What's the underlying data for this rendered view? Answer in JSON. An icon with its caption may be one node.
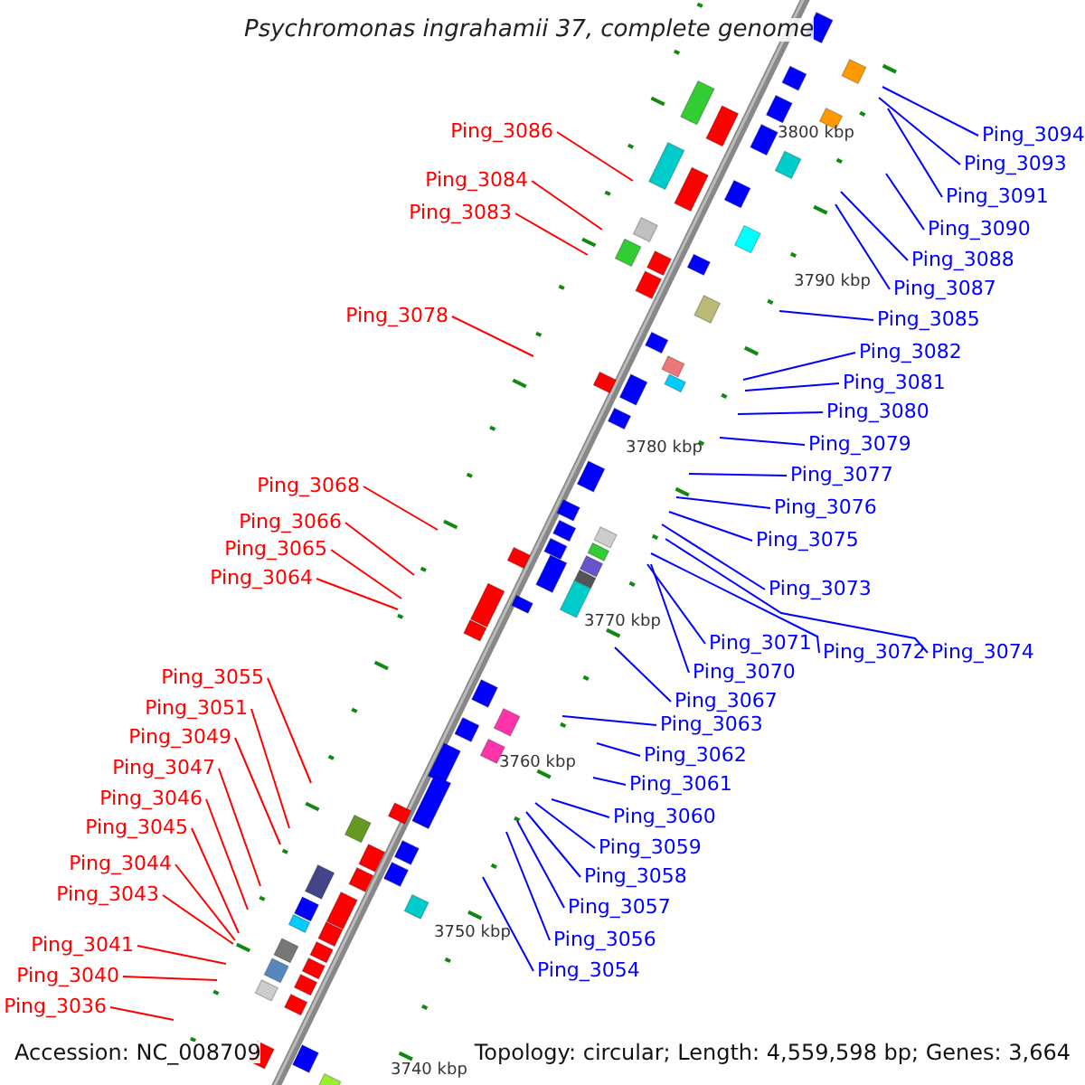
{
  "diagram": {
    "title": "Psychromonas ingrahamii 37, complete genome",
    "nodes": [
      {
        "text": [
          "Ping_3086"
        ]
      },
      {
        "text": [
          "Ping_3084"
        ]
      },
      {
        "text": [
          "Ping_3083"
        ]
      },
      {
        "text": [
          "Ping_3078"
        ]
      },
      {
        "text": [
          "Ping_3068"
        ]
      },
      {
        "text": [
          "Ping_3066"
        ]
      },
      {
        "text": [
          "Ping_3065"
        ]
      },
      {
        "text": [
          "Ping_3064"
        ]
      },
      {
        "text": [
          "Ping_3055"
        ]
      },
      {
        "text": [
          "Ping_3051"
        ]
      },
      {
        "text": [
          "Ping_3049"
        ]
      },
      {
        "text": [
          "Ping_3047"
        ]
      },
      {
        "text": [
          "Ping_3046"
        ]
      },
      {
        "text": [
          "Ping_3045"
        ]
      },
      {
        "text": [
          "Ping_3044"
        ]
      },
      {
        "text": [
          "Ping_3043"
        ]
      },
      {
        "text": [
          "Ping_3041"
        ]
      },
      {
        "text": [
          "Ping_3040"
        ]
      },
      {
        "text": [
          "Ping_3036"
        ]
      },
      {
        "text": [
          "Ping_3094"
        ]
      },
      {
        "text": [
          "Ping_3093"
        ]
      },
      {
        "text": [
          "Ping_3091"
        ]
      },
      {
        "text": [
          "Ping_3090"
        ]
      },
      {
        "text": [
          "Ping_3088"
        ]
      },
      {
        "text": [
          "Ping_3087"
        ]
      },
      {
        "text": [
          "Ping_3085"
        ]
      },
      {
        "text": [
          "Ping_3082"
        ]
      },
      {
        "text": [
          "Ping_3081"
        ]
      },
      {
        "text": [
          "Ping_3080"
        ]
      },
      {
        "text": [
          "Ping_3079"
        ]
      },
      {
        "text": [
          "Ping_3077"
        ]
      },
      {
        "text": [
          "Ping_3076"
        ]
      },
      {
        "text": [
          "Ping_3075"
        ]
      },
      {
        "text": [
          "Ping_3073"
        ]
      },
      {
        "text": [
          "Ping_3074"
        ]
      },
      {
        "text": [
          "Ping_3072"
        ]
      },
      {
        "text": [
          "Ping_3071"
        ]
      },
      {
        "text": [
          "Ping_3070"
        ]
      },
      {
        "text": [
          "Ping_3067"
        ]
      },
      {
        "text": [
          "Ping_3063"
        ]
      },
      {
        "text": [
          "Ping_3062"
        ]
      },
      {
        "text": [
          "Ping_3061"
        ]
      },
      {
        "text": [
          "Ping_3060"
        ]
      },
      {
        "text": [
          "Ping_3059"
        ]
      },
      {
        "text": [
          "Ping_3058"
        ]
      },
      {
        "text": [
          "Ping_3057"
        ]
      },
      {
        "text": [
          "Ping_3056"
        ]
      },
      {
        "text": [
          "Ping_3054"
        ]
      }
    ],
    "edges": [
      {
        "from": 0,
        "to": null,
        "arrow": "none",
        "color": "#ff0000"
      },
      {
        "from": 1,
        "to": null,
        "arrow": "none",
        "color": "#ff0000"
      },
      {
        "from": 2,
        "to": null,
        "arrow": "none",
        "color": "#ff0000"
      },
      {
        "from": 3,
        "to": null,
        "arrow": "none",
        "color": "#ff0000"
      },
      {
        "from": 4,
        "to": null,
        "arrow": "none",
        "color": "#ff0000"
      },
      {
        "from": 5,
        "to": null,
        "arrow": "none",
        "color": "#ff0000"
      },
      {
        "from": 6,
        "to": null,
        "arrow": "none",
        "color": "#ff0000"
      },
      {
        "from": 7,
        "to": null,
        "arrow": "none",
        "color": "#ff0000"
      },
      {
        "from": 8,
        "to": null,
        "arrow": "none",
        "color": "#ff0000"
      },
      {
        "from": 9,
        "to": null,
        "arrow": "none",
        "color": "#ff0000"
      },
      {
        "from": 10,
        "to": null,
        "arrow": "none",
        "color": "#ff0000"
      },
      {
        "from": 11,
        "to": null,
        "arrow": "none",
        "color": "#ff0000"
      },
      {
        "from": 12,
        "to": null,
        "arrow": "none",
        "color": "#ff0000"
      },
      {
        "from": 13,
        "to": null,
        "arrow": "none",
        "color": "#ff0000"
      },
      {
        "from": 14,
        "to": null,
        "arrow": "none",
        "color": "#ff0000"
      },
      {
        "from": 15,
        "to": null,
        "arrow": "none",
        "color": "#ff0000"
      },
      {
        "from": 16,
        "to": null,
        "arrow": "none",
        "color": "#ff0000"
      },
      {
        "from": 17,
        "to": null,
        "arrow": "none",
        "color": "#ff0000"
      },
      {
        "from": 18,
        "to": null,
        "arrow": "none",
        "color": "#ff0000"
      },
      {
        "from": 19,
        "to": null,
        "arrow": "none"
      },
      {
        "from": 20,
        "to": null,
        "arrow": "none"
      },
      {
        "from": 21,
        "to": null,
        "arrow": "none"
      },
      {
        "from": 22,
        "to": null,
        "arrow": "none"
      },
      {
        "from": 23,
        "to": null,
        "arrow": "none"
      },
      {
        "from": 24,
        "to": null,
        "arrow": "none"
      },
      {
        "from": 25,
        "to": null,
        "arrow": "none"
      },
      {
        "from": 26,
        "to": null,
        "arrow": "none"
      },
      {
        "from": 27,
        "to": null,
        "arrow": "none"
      },
      {
        "from": 28,
        "to": null,
        "arrow": "none"
      },
      {
        "from": 29,
        "to": null,
        "arrow": "none"
      },
      {
        "from": 30,
        "to": null,
        "arrow": "none"
      },
      {
        "from": 31,
        "to": null,
        "arrow": "none"
      },
      {
        "from": 32,
        "to": null,
        "arrow": "none"
      },
      {
        "from": 33,
        "to": null,
        "arrow": "none"
      },
      {
        "from": 34,
        "to": null,
        "arrow": "none"
      },
      {
        "from": 35,
        "to": null,
        "arrow": "none"
      },
      {
        "from": 36,
        "to": null,
        "arrow": "none"
      },
      {
        "from": 37,
        "to": null,
        "arrow": "none"
      },
      {
        "from": 38,
        "to": null,
        "arrow": "none"
      },
      {
        "from": 39,
        "to": null,
        "arrow": "none"
      },
      {
        "from": 40,
        "to": null,
        "arrow": "none"
      },
      {
        "from": 41,
        "to": null,
        "arrow": "none"
      },
      {
        "from": 42,
        "to": null,
        "arrow": "none"
      },
      {
        "from": 43,
        "to": null,
        "arrow": "none"
      },
      {
        "from": 44,
        "to": null,
        "arrow": "none"
      },
      {
        "from": 45,
        "to": null,
        "arrow": "none"
      },
      {
        "from": 46,
        "to": null,
        "arrow": "none"
      },
      {
        "from": 47,
        "to": null,
        "arrow": "none"
      }
    ],
    "labels": [
      "3800 kbp",
      "3790 kbp",
      "3780 kbp",
      "3770 kbp",
      "3760 kbp",
      "3750 kbp",
      "Accession: NC_008709",
      "Topology: circular; Length: 4,559,598 bp; Genes: 3,664",
      "3740 kbp"
    ]
  }
}
